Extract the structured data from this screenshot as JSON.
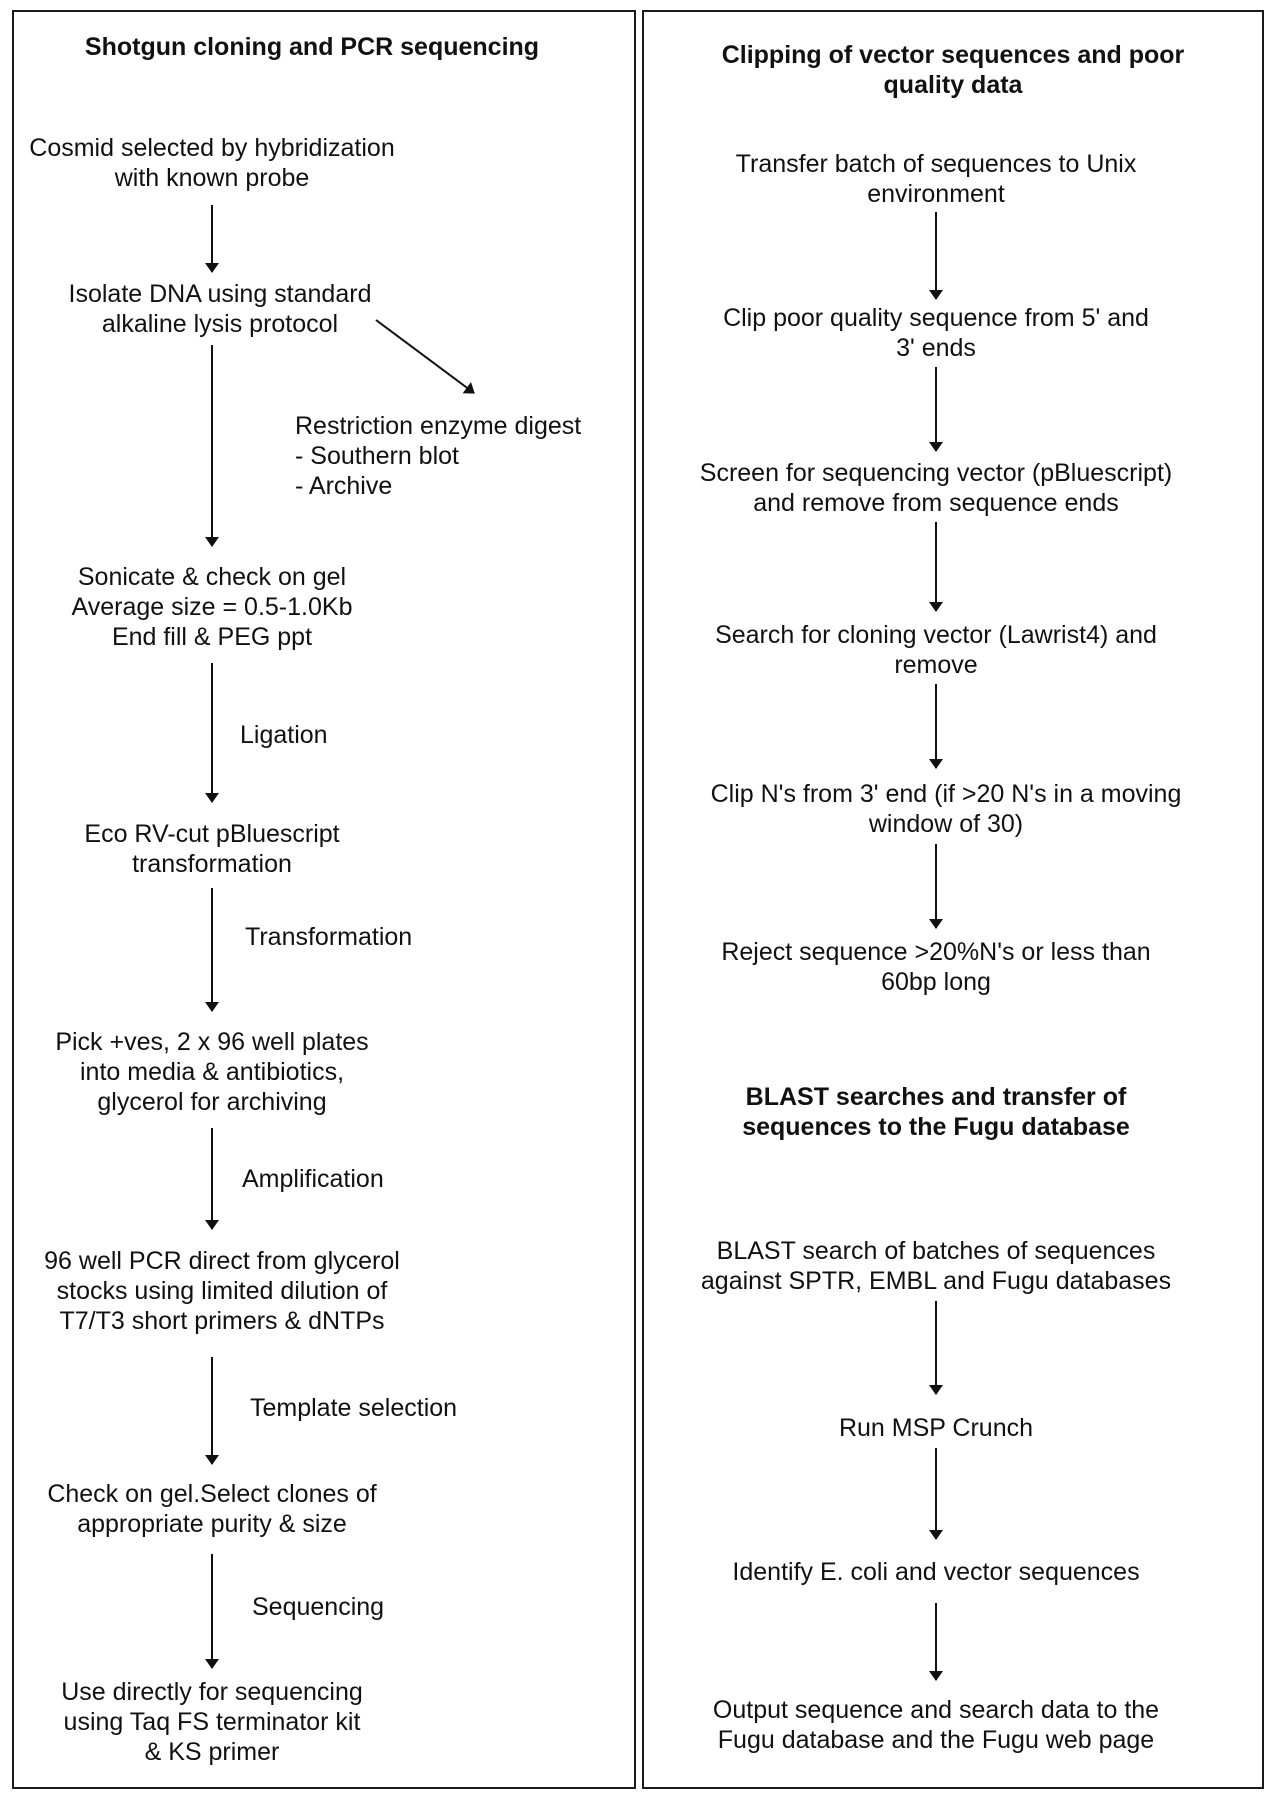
{
  "left": {
    "title": "Shotgun cloning and PCR sequencing",
    "steps": [
      "Cosmid selected by hybridization\nwith known probe",
      "Isolate DNA using standard\nalkaline lysis protocol",
      "Sonicate & check on gel\nAverage size = 0.5-1.0Kb\nEnd fill & PEG ppt",
      "Eco RV-cut pBluescript\ntransformation",
      "Pick +ves, 2 x 96 well plates\ninto media & antibiotics,\nglycerol for archiving",
      "96 well PCR direct from glycerol\nstocks using limited dilution of\nT7/T3 short primers & dNTPs",
      "Check on gel.Select clones of\nappropriate purity & size",
      "Use directly for sequencing\nusing Taq FS terminator kit\n& KS primer"
    ],
    "side_branch": "Restriction enzyme digest\n- Southern blot\n- Archive",
    "arrow_labels": [
      "Ligation",
      "Transformation",
      "Amplification",
      "Template selection",
      "Sequencing"
    ]
  },
  "right": {
    "title1": "Clipping of vector sequences and poor\nquality data",
    "steps1": [
      "Transfer batch of sequences to Unix\nenvironment",
      "Clip poor quality sequence from 5' and\n3' ends",
      "Screen for sequencing vector (pBluescript)\nand remove from sequence ends",
      "Search for cloning vector (Lawrist4) and\nremove",
      "Clip N's from 3' end (if >20 N's in  a moving\nwindow of 30)",
      "Reject sequence >20%N's or less than\n60bp long"
    ],
    "title2": "BLAST searches and transfer of\nsequences to the Fugu database",
    "steps2": [
      "BLAST search of batches of sequences\nagainst SPTR, EMBL and Fugu databases",
      "Run MSP Crunch",
      "Identify E. coli and vector sequences",
      "Output sequence and search data to the\nFugu database and the Fugu web page"
    ]
  }
}
